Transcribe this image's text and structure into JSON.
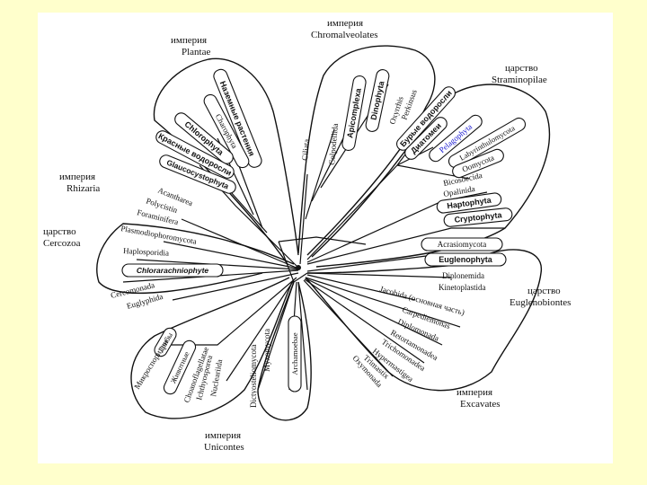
{
  "groups": {
    "plantae": {
      "rank": "империя",
      "name": "Plantae"
    },
    "chromalveolates": {
      "rank": "империя",
      "name": "Chromalveolates"
    },
    "straminopilae": {
      "rank": "царство",
      "name": "Straminopilae"
    },
    "rhizaria": {
      "rank": "империя",
      "name": "Rhizaria"
    },
    "cercozoa": {
      "rank": "царство",
      "name": "Cercozoa"
    },
    "euglenobiontes": {
      "rank": "царство",
      "name": "Euglenobiontes"
    },
    "excavates": {
      "rank": "империя",
      "name": "Excavates"
    },
    "unicontes": {
      "rank": "империя",
      "name": "Unicontes"
    }
  },
  "taxa": {
    "nazemnye_rasteniya": "Наземные растения",
    "chlorophyta": "Chlorophyta",
    "charophyta": "Charophyta",
    "krasnye_vodorosli": "Красные водоросли",
    "glaucocystophyta": "Glaucocystophyta",
    "ciliata": "Ciliata",
    "colpodellida": "Colpodellida",
    "apicomplexa": "Apicomplexa",
    "dinophyta": "Dinophyta",
    "oxyrrhis": "Oxyrrhis",
    "perkinsus": "Perkinsus",
    "burye_vodorosli": "Бурые водоросли",
    "diatomei": "Диатомеи",
    "pelagophyta": "Pelagophyta",
    "labyrinthulomycota": "Labyrinthulomycota",
    "oomycota": "Oomycota",
    "bicosoecida": "Bicosoecida",
    "opalinida": "Opalinida",
    "haptophyta": "Haptophyta",
    "cryptophyta": "Cryptophyta",
    "acantharea": "Acantharea",
    "polycistin": "Polycistin",
    "foraminifera": "Foraminifera",
    "plasmodiophoromycota": "Plasmodiophoromycota",
    "haplosporidia": "Haplosporidia",
    "chlorarachniophyta": "Chlorarachniophyte",
    "cercomonada": "Cercomonada",
    "euglyphida": "Euglyphida",
    "acrasiomycota": "Acrasiomycota",
    "euglenophyta": "Euglenophyta",
    "diplonemida": "Diplonemida",
    "kinetoplastida": "Kinetoplastida",
    "jakobida": "Jacobida (основная часть)",
    "carpediemonas": "Carpediemonas",
    "diplomonada": "Diplomonada",
    "retortamonadea": "Retortamonadea",
    "trichomonadea": "Trichomonadea",
    "hypermastigida": "Hypermastigea",
    "trimastix": "Trimastix",
    "oxymonada": "Oxymonada",
    "griby": "Грибы",
    "microsporidia": "Микроспоридии",
    "zhivotnye": "Животные",
    "choanoflagellatae": "Choanoflagellatae",
    "ichthyosporea": "Ichthyosporea",
    "nucleariida": "Nucleariida",
    "dictyosteliomycota": "Dictyosteliomycota",
    "myxomycota": "Myxomycota",
    "archamoebae": "Archamoebae"
  }
}
